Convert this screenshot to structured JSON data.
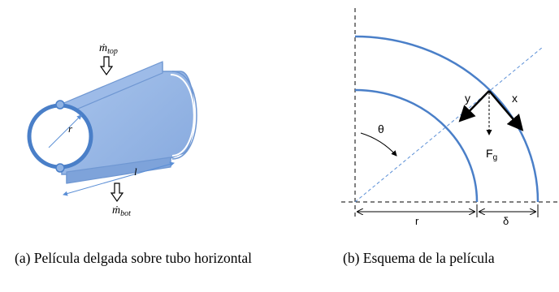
{
  "figure_a": {
    "mdot_top": "ṁ",
    "mdot_top_sub": "top",
    "mdot_bot": "ṁ",
    "mdot_bot_sub": "bot",
    "radius_label": "r",
    "length_label": "l",
    "caption": "(a) Película delgada sobre tubo horizontal"
  },
  "figure_b": {
    "theta_label": "θ",
    "x_label": "x",
    "y_label": "y",
    "force_label": "F",
    "force_sub": "g",
    "r_label": "r",
    "delta_label": "δ",
    "caption": "(b) Esquema de la película"
  },
  "colors": {
    "tube_blue": "#4a7fc8",
    "film_fill": "#8fb2e3",
    "film_edge": "#6f97d2",
    "dim_blue": "#5b8fd6"
  }
}
